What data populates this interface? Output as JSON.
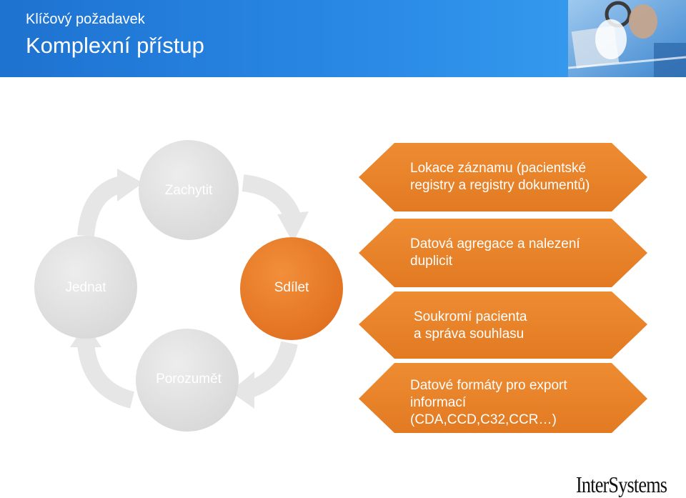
{
  "header": {
    "subtitle": "Klíčový požadavek",
    "title": "Komplexní přístup"
  },
  "cycle": {
    "capture": "Zachytit",
    "share": "Sdílet",
    "understand": "Porozumět",
    "act": "Jednat"
  },
  "items": [
    {
      "line1": "Lokace záznamu (pacientské",
      "line2": "registry a registry dokumentů)",
      "line3": ""
    },
    {
      "line1": "Datová agregace a nalezení",
      "line2": "duplicit",
      "line3": ""
    },
    {
      "line1": "Soukromí pacienta",
      "line2": "a správa souhlasu",
      "line3": ""
    },
    {
      "line1": "Datové formáty pro export",
      "line2": "informací",
      "line3": "(CDA,CCD,C32,CCR…)"
    }
  ],
  "logo": {
    "text": "InterSystems"
  },
  "colors": {
    "header_blue": "#1e72d0",
    "orange": "#e8822a",
    "grey_circle": "#e2e2e2"
  },
  "icons": {
    "header_photo": "doctor-photo-icon"
  }
}
